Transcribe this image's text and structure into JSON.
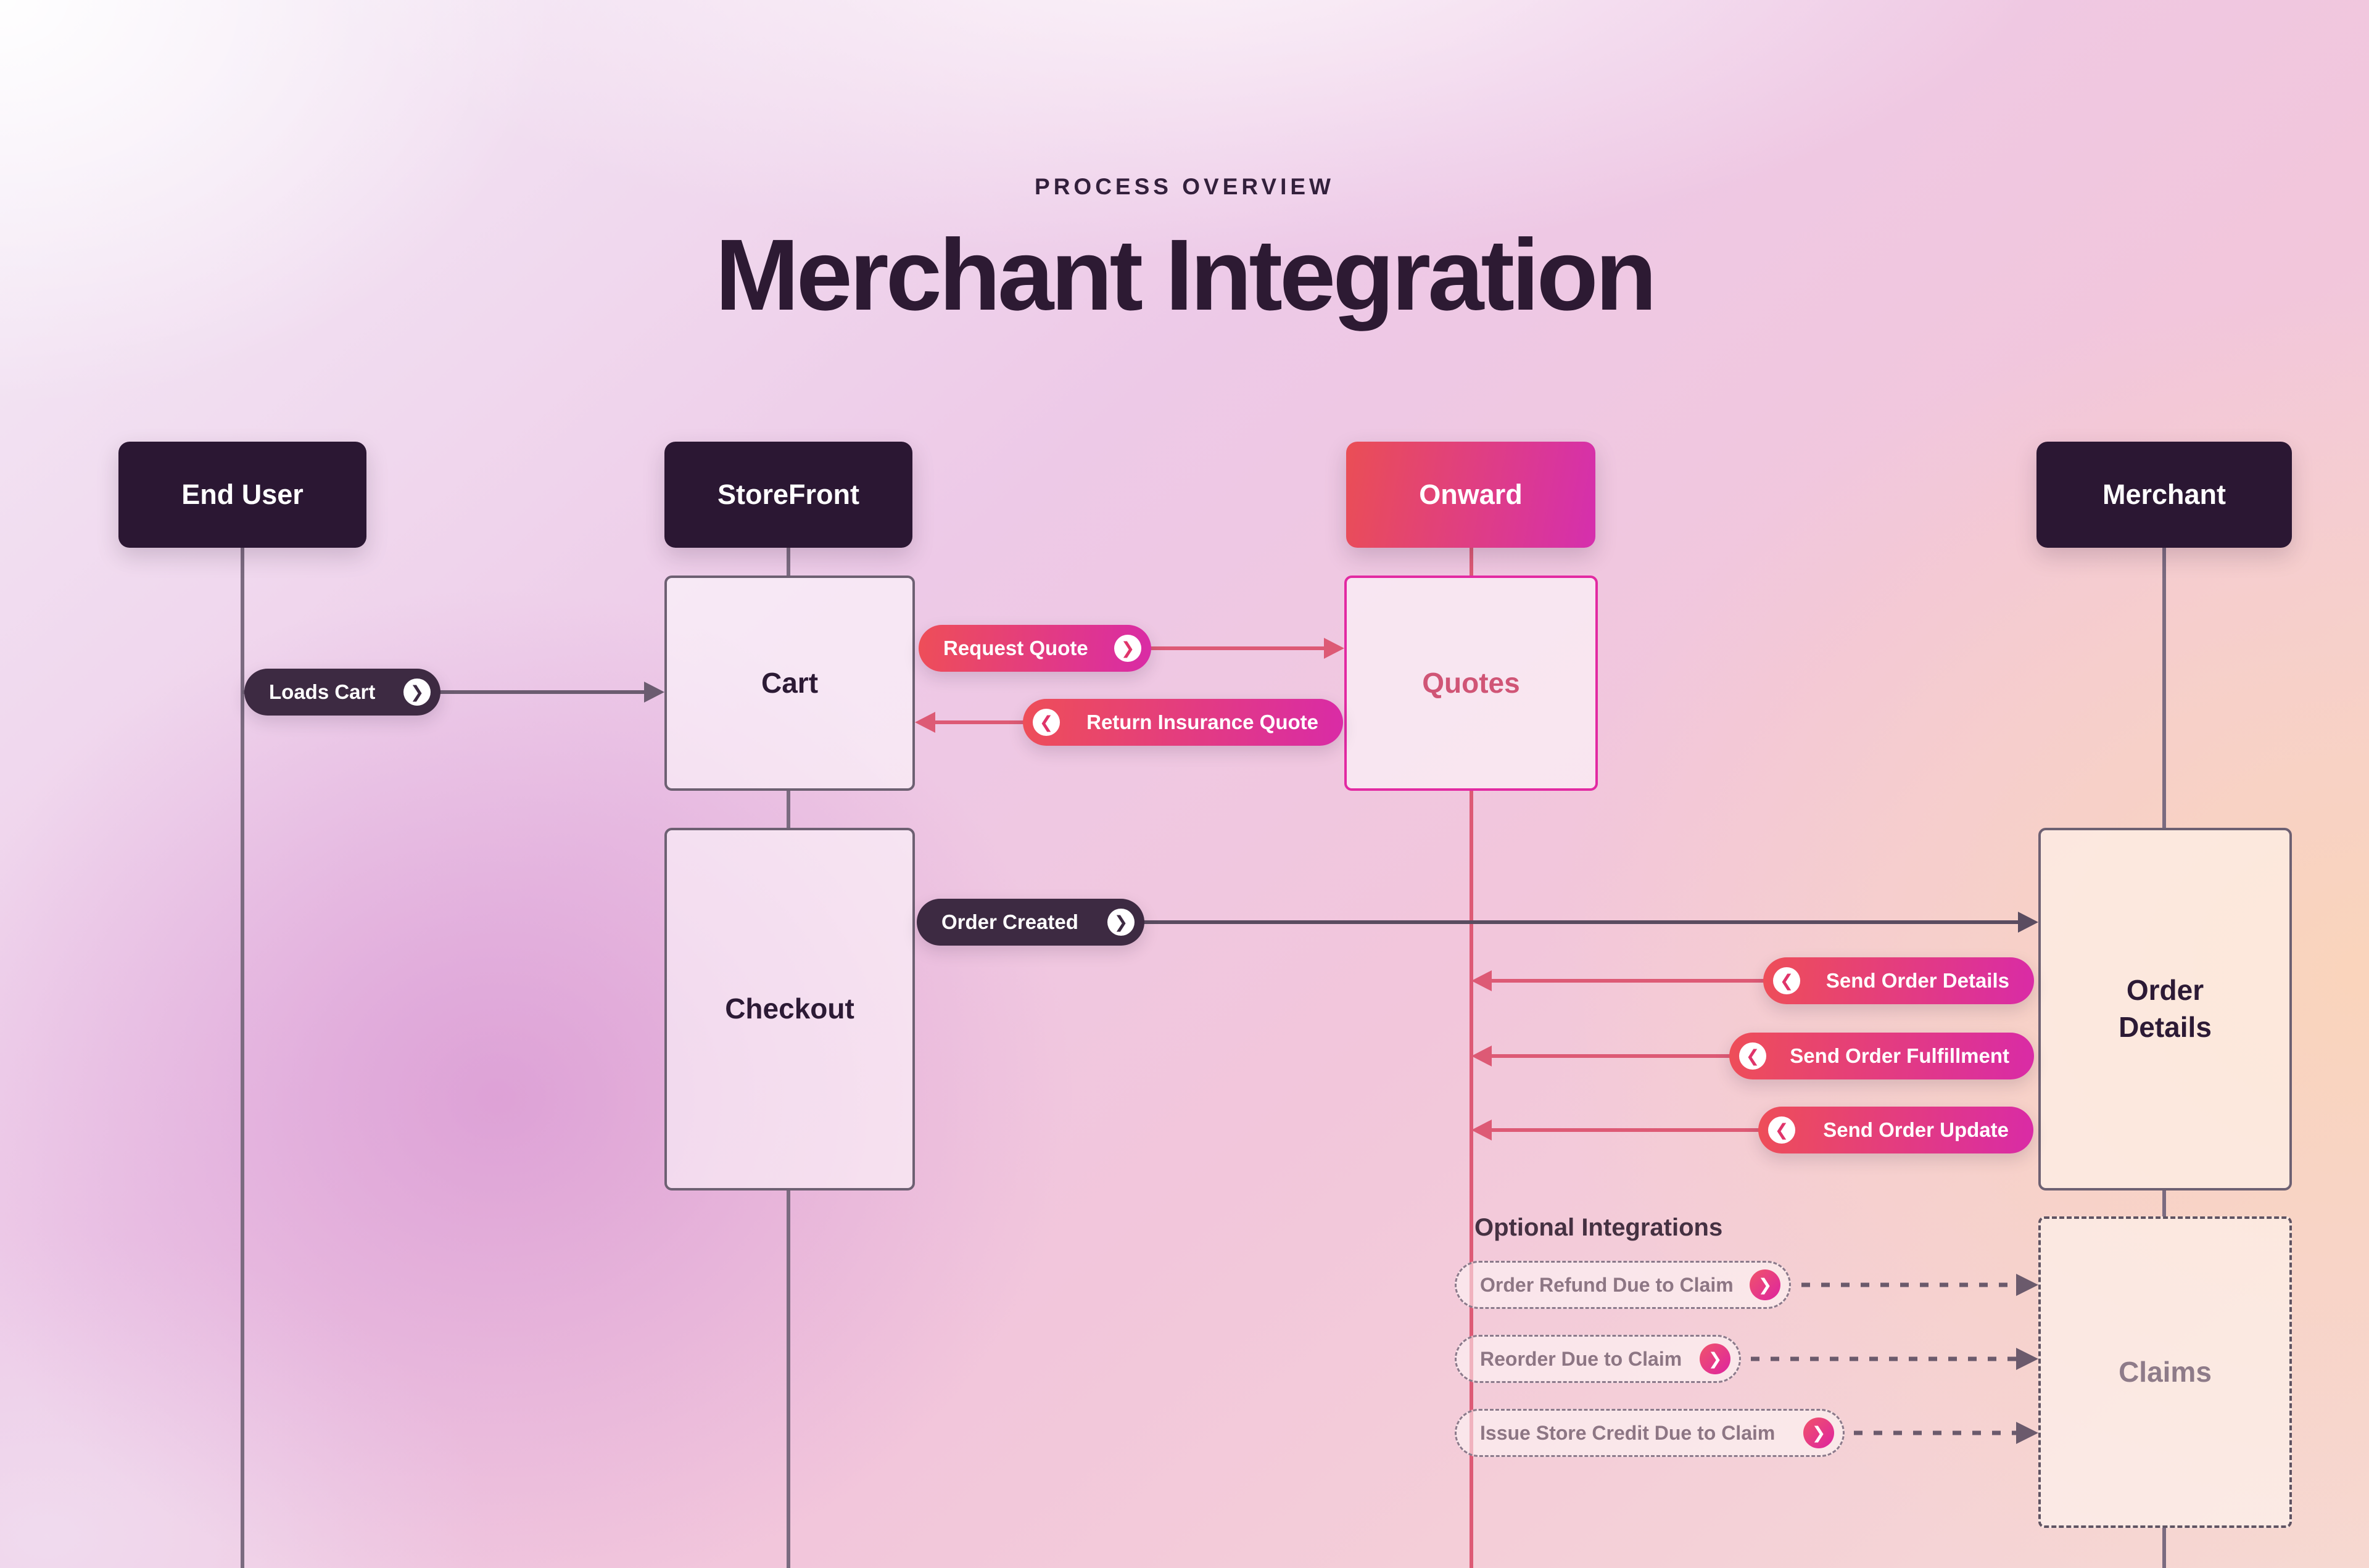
{
  "header": {
    "eyebrow": "PROCESS OVERVIEW",
    "title": "Merchant Integration"
  },
  "lanes": [
    {
      "id": "end-user",
      "label": "End User"
    },
    {
      "id": "storefront",
      "label": "StoreFront"
    },
    {
      "id": "onward",
      "label": "Onward"
    },
    {
      "id": "merchant",
      "label": "Merchant"
    }
  ],
  "nodes": [
    {
      "id": "cart",
      "label": "Cart",
      "lane": "StoreFront"
    },
    {
      "id": "checkout",
      "label": "Checkout",
      "lane": "StoreFront"
    },
    {
      "id": "quotes",
      "label": "Quotes",
      "lane": "Onward"
    },
    {
      "id": "order-details",
      "label": "Order Details",
      "lane": "Merchant"
    },
    {
      "id": "claims",
      "label": "Claims",
      "lane": "Merchant"
    }
  ],
  "messages": [
    {
      "label": "Loads Cart",
      "from": "End User",
      "to": "Cart",
      "style": "dark",
      "direction": "right"
    },
    {
      "label": "Request Quote",
      "from": "Cart",
      "to": "Quotes",
      "style": "gradient",
      "direction": "right"
    },
    {
      "label": "Return Insurance Quote",
      "from": "Quotes",
      "to": "Cart",
      "style": "gradient",
      "direction": "left"
    },
    {
      "label": "Order Created",
      "from": "Checkout",
      "to": "Order Details",
      "style": "dark",
      "direction": "right"
    },
    {
      "label": "Send Order Details",
      "from": "Order Details",
      "to": "Onward",
      "style": "gradient",
      "direction": "left"
    },
    {
      "label": "Send Order Fulfillment",
      "from": "Order Details",
      "to": "Onward",
      "style": "gradient",
      "direction": "left"
    },
    {
      "label": "Send Order Update",
      "from": "Order Details",
      "to": "Onward",
      "style": "gradient",
      "direction": "left"
    }
  ],
  "optional_integrations": {
    "heading": "Optional Integrations",
    "items": [
      {
        "label": "Order Refund Due to Claim",
        "to": "Claims"
      },
      {
        "label": "Reorder Due to Claim",
        "to": "Claims"
      },
      {
        "label": "Issue Store Credit Due to Claim",
        "to": "Claims"
      }
    ]
  },
  "icons": {
    "chevron_right": "❯",
    "chevron_left": "❮"
  },
  "colors": {
    "dark_header": "#2b1733",
    "dark_pill": "#3d2a42",
    "gradient_start": "#ee4e58",
    "gradient_end": "#d52fae",
    "grey_line": "#7b6b80",
    "pink_line": "#dd5a75",
    "quotes_border": "#e22aa2",
    "quotes_text": "#d05576",
    "muted_text": "#8d7684",
    "title_text": "#2d1a33"
  }
}
